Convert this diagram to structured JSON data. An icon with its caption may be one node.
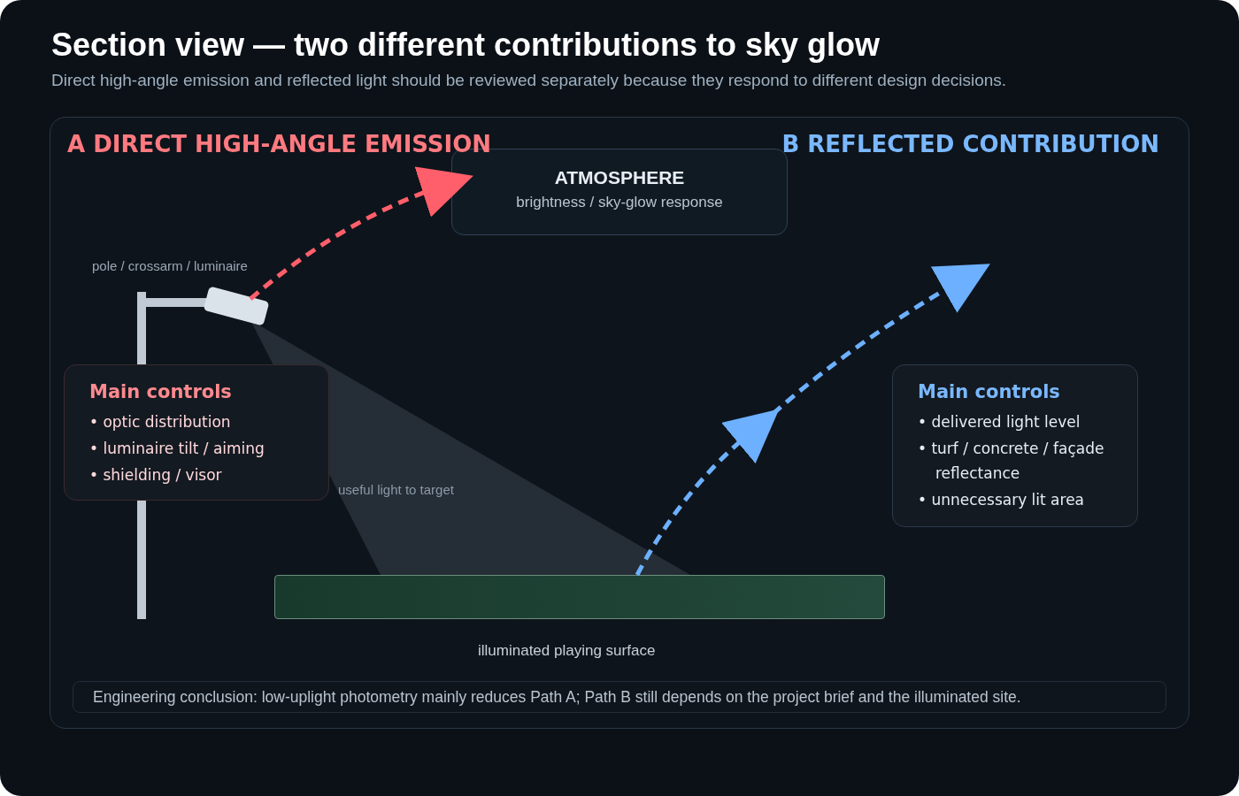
{
  "diagram": {
    "title": "Section view — two different contributions to sky glow",
    "caption": "Direct high-angle emission and reflected light should be reviewed separately because they respond to different design decisions.",
    "nodes": [
      {
        "text": [],
        "shape": "box",
        "beside": [
          "pole / crossarm / luminaire"
        ]
      },
      {
        "text": [
          "ATMOSPHERE",
          "brightness / sky-glow response"
        ]
      },
      {
        "text": [
          "Main controls",
          "• optic distribution",
          "• luminaire tilt / aiming",
          "• shielding / visor"
        ]
      },
      {
        "text": [],
        "shape": "bar",
        "beside": [
          "illuminated playing surface"
        ]
      },
      {
        "text": [
          "Main controls",
          "• delivered light level",
          "• turf / concrete / façade reflectance",
          "• unnecessary lit area"
        ]
      },
      {
        "text": [
          "Engineering conclusion: low-uplight photometry mainly reduces Path A; Path B still depends on the project brief and the illuminated site."
        ]
      }
    ],
    "edges": [
      {
        "from": 0,
        "to": 1,
        "arrow": "to",
        "style": "dashed",
        "color": "#ff5f6b"
      },
      {
        "from": 3,
        "to": null,
        "arrow": "to",
        "style": "dashed",
        "color": "#6cb0ff"
      }
    ],
    "labels": [
      "A DIRECT HIGH-ANGLE EMISSION",
      "B REFLECTED CONTRIBUTION",
      "useful light to target"
    ]
  }
}
